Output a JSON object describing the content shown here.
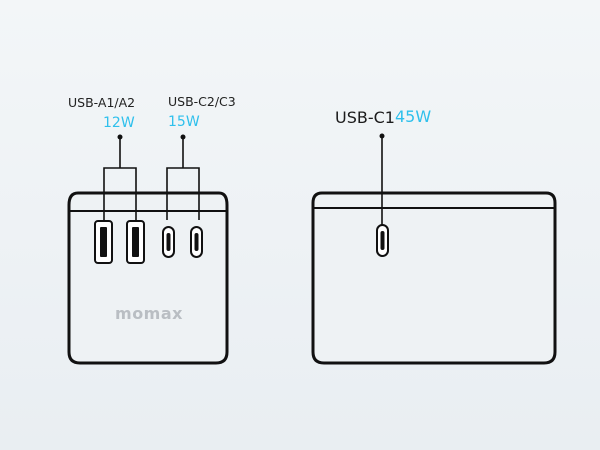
{
  "colors": {
    "background_top": "#f3f6f8",
    "background_bottom": "#e9eef2",
    "outline": "#111111",
    "body_fill": "#eef2f4",
    "watt_accent": "#2fc0ec",
    "brand_logo": "#b9bec3"
  },
  "left_charger": {
    "brand": "momax",
    "groups": [
      {
        "name": "USB-A1/A2",
        "power": "12W",
        "port_type": "USB-A",
        "port_count": 2
      },
      {
        "name": "USB-C2/C3",
        "power": "15W",
        "port_type": "USB-C",
        "port_count": 2
      }
    ]
  },
  "right_charger": {
    "port": {
      "name": "USB-C1",
      "power": "45W",
      "port_type": "USB-C"
    }
  }
}
